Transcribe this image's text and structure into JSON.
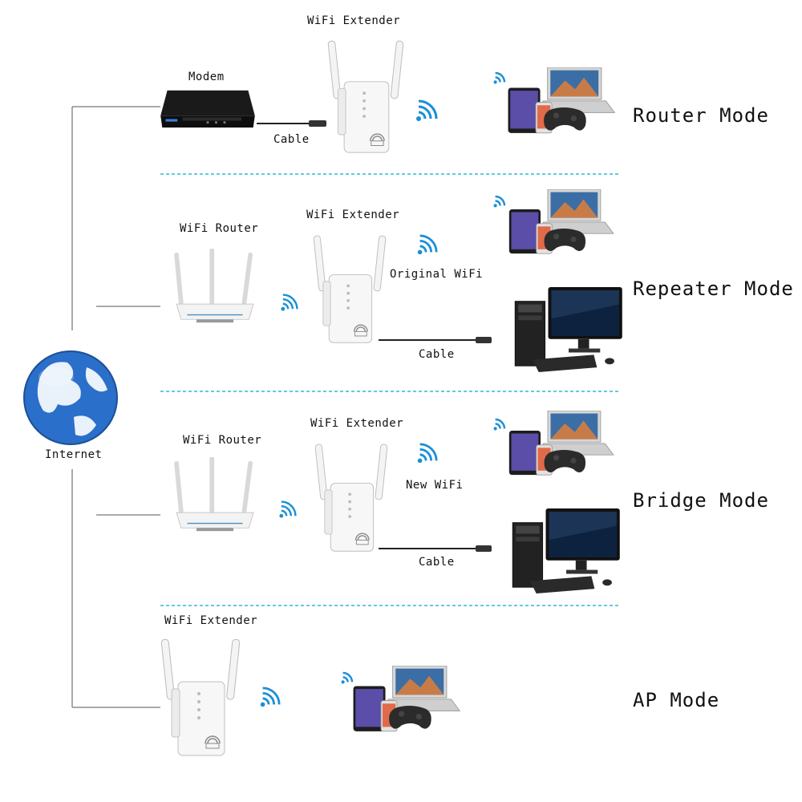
{
  "globe": {
    "label": "Internet",
    "icon": "globe-icon"
  },
  "rows": [
    {
      "mode": "Router Mode",
      "source": {
        "label": "Modem",
        "icon": "modem-icon"
      },
      "extender": {
        "label": "WiFi Extender",
        "icon": "wifi-extender-icon"
      },
      "cable": "Cable"
    },
    {
      "mode": "Repeater Mode",
      "source": {
        "label": "WiFi Router",
        "icon": "wifi-router-icon"
      },
      "extender": {
        "label": "WiFi Extender",
        "icon": "wifi-extender-icon"
      },
      "signal": "Original WiFi",
      "cable": "Cable"
    },
    {
      "mode": "Bridge Mode",
      "source": {
        "label": "WiFi Router",
        "icon": "wifi-router-icon"
      },
      "extender": {
        "label": "WiFi Extender",
        "icon": "wifi-extender-icon"
      },
      "signal": "New WiFi",
      "cable": "Cable"
    },
    {
      "mode": "AP Mode",
      "extender": {
        "label": "WiFi Extender",
        "icon": "wifi-extender-icon"
      }
    }
  ],
  "colors": {
    "separator": "#2fb8d6",
    "wifi": "#1a8fd6",
    "line": "#555555"
  }
}
